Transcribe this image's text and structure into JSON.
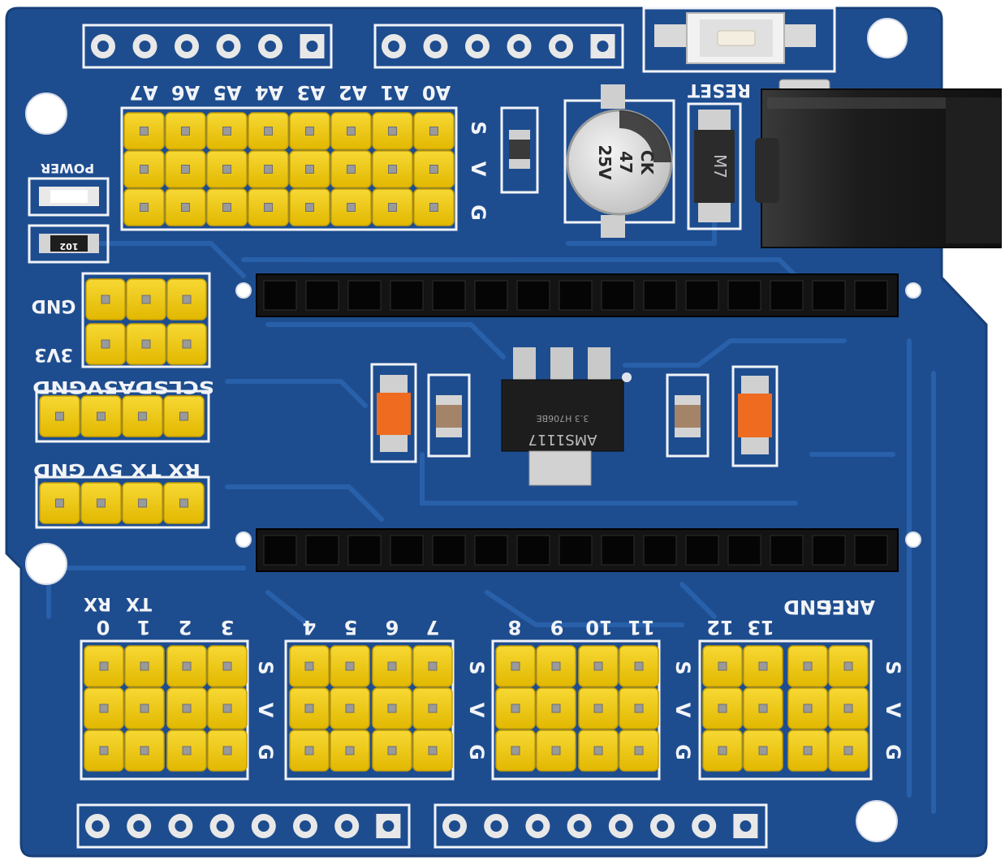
{
  "board": {
    "pcb_color": "#1e4d8f",
    "trace_color": "#2a63ad",
    "header_color": "#f0c800",
    "silk_color": "#f2f4f8"
  },
  "labels": {
    "analog": [
      "A7",
      "A6",
      "A5",
      "A4",
      "A3",
      "A2",
      "A1",
      "A0"
    ],
    "svg_rows": [
      "S",
      "V",
      "G"
    ],
    "power": "POWER",
    "resistor_code": "102",
    "reset": "RESET",
    "capacitor": [
      "CK",
      "47",
      "25V"
    ],
    "diode": "M7",
    "regulator": "AMS1117",
    "regulator_sub": "3.3 H706BE",
    "gnd": "GND",
    "v3": "3V3",
    "i2c": "SCLSDA5VGND",
    "uart": "RX TX 5V GND",
    "rx": "RX",
    "tx": "TX",
    "digital": [
      "0",
      "1",
      "2",
      "3",
      "4",
      "5",
      "6",
      "7",
      "8",
      "9",
      "10",
      "11",
      "12",
      "13",
      "GND",
      "AREF"
    ]
  }
}
